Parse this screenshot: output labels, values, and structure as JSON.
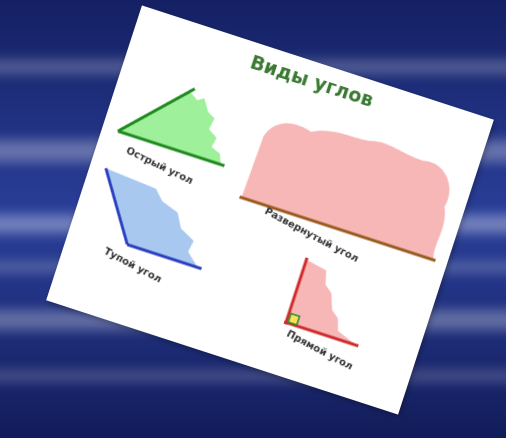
{
  "diagram": {
    "title": "Виды углов",
    "nodes": [
      {
        "text": [
          "Острый угол"
        ]
      },
      {
        "text": [
          "Развернутый угол"
        ]
      },
      {
        "text": [
          "Тупой угол"
        ]
      },
      {
        "text": [
          "Прямой угол"
        ]
      }
    ]
  }
}
